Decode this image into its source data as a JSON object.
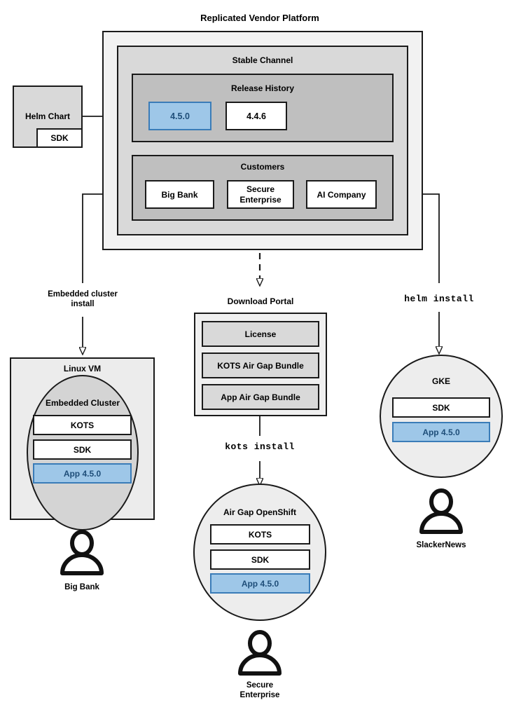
{
  "diagram": {
    "title": "Replicated Vendor Platform",
    "type": "architecture-flow"
  },
  "vendor_platform": {
    "title": "Replicated Vendor Platform",
    "channel": {
      "title": "Stable Channel",
      "release_history": {
        "title": "Release History",
        "releases": [
          {
            "version": "4.5.0",
            "state": "current",
            "color": "#9ec7e8"
          },
          {
            "version": "4.4.6",
            "state": "previous",
            "color": "#ffffff"
          }
        ]
      },
      "customers": {
        "title": "Customers",
        "items": [
          {
            "name": "Big Bank"
          },
          {
            "name": "Secure\nEnterprise"
          },
          {
            "name": "AI Company"
          }
        ]
      }
    }
  },
  "helm_chart": {
    "title": "Helm Chart",
    "sdk_label": "SDK"
  },
  "edges": [
    {
      "id": "helm-to-release",
      "label": "",
      "style": "solid"
    },
    {
      "id": "bigbank-to-linuxvm",
      "label": "Embedded cluster\ninstall",
      "style": "solid"
    },
    {
      "id": "secure-to-portal",
      "label": "",
      "style": "dashed"
    },
    {
      "id": "portal-to-openshift",
      "label": "kots install",
      "style": "solid",
      "font": "mono"
    },
    {
      "id": "aicompany-to-gke",
      "label": "helm install",
      "style": "solid",
      "font": "mono"
    }
  ],
  "download_portal": {
    "title": "Download Portal",
    "items": [
      {
        "label": "License"
      },
      {
        "label": "KOTS Air Gap Bundle"
      },
      {
        "label": "App Air Gap Bundle"
      }
    ]
  },
  "linux_vm": {
    "title": "Linux VM",
    "cluster_title": "Embedded Cluster",
    "components": [
      {
        "label": "KOTS",
        "highlight": false
      },
      {
        "label": "SDK",
        "highlight": false
      },
      {
        "label": "App 4.5.0",
        "highlight": true
      }
    ],
    "owner": "Big Bank"
  },
  "airgap_openshift": {
    "title": "Air Gap OpenShift",
    "components": [
      {
        "label": "KOTS",
        "highlight": false
      },
      {
        "label": "SDK",
        "highlight": false
      },
      {
        "label": "App 4.5.0",
        "highlight": true
      }
    ],
    "owner": "Secure\nEnterprise"
  },
  "gke": {
    "title": "GKE",
    "components": [
      {
        "label": "SDK",
        "highlight": false
      },
      {
        "label": "App 4.5.0",
        "highlight": true
      }
    ],
    "owner": "SlackerNews"
  },
  "colors": {
    "accent_blue_fill": "#9ec7e8",
    "accent_blue_border": "#3a7cb8",
    "accent_blue_text": "#1f4e79",
    "outer_container": "#f2f2f2",
    "channel_container": "#d9d9d9",
    "section_container": "#bfbfbf",
    "stroke": "#1a1a1a"
  },
  "icons": {
    "person": "person-icon",
    "arrow": "arrow-head-icon"
  }
}
